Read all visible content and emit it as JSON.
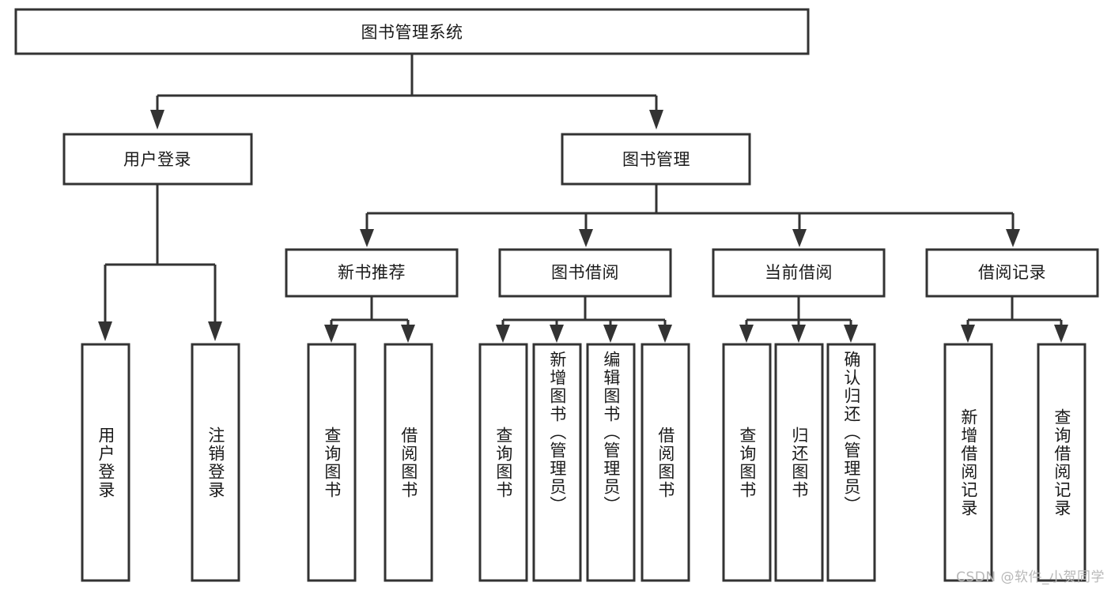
{
  "diagram": {
    "title": "图书管理系统",
    "type": "tree",
    "background_color": "#ffffff",
    "stroke_color": "#333333",
    "text_color": "#1a1a1a",
    "root": {
      "id": "root",
      "label": "图书管理系统",
      "orientation": "horizontal"
    },
    "level1": [
      {
        "id": "user-login",
        "label": "用户登录",
        "orientation": "horizontal"
      },
      {
        "id": "book-manage",
        "label": "图书管理",
        "orientation": "horizontal"
      }
    ],
    "level2": [
      {
        "id": "new-book-recommend",
        "label": "新书推荐",
        "orientation": "horizontal",
        "parent": "book-manage"
      },
      {
        "id": "book-borrow",
        "label": "图书借阅",
        "orientation": "horizontal",
        "parent": "book-manage"
      },
      {
        "id": "current-borrow",
        "label": "当前借阅",
        "orientation": "horizontal",
        "parent": "book-manage"
      },
      {
        "id": "borrow-record",
        "label": "借阅记录",
        "orientation": "horizontal",
        "parent": "book-manage"
      }
    ],
    "leaves": [
      {
        "id": "leaf-user-login",
        "label": "用户登录",
        "parent": "user-login",
        "orientation": "vertical"
      },
      {
        "id": "leaf-logout",
        "label": "注销登录",
        "parent": "user-login",
        "orientation": "vertical"
      },
      {
        "id": "leaf-query-book-1",
        "label": "查询图书",
        "parent": "new-book-recommend",
        "orientation": "vertical"
      },
      {
        "id": "leaf-borrow-book-1",
        "label": "借阅图书",
        "parent": "new-book-recommend",
        "orientation": "vertical"
      },
      {
        "id": "leaf-query-book-2",
        "label": "查询图书",
        "parent": "book-borrow",
        "orientation": "vertical"
      },
      {
        "id": "leaf-add-book",
        "label": "新增图书（管理员）",
        "parent": "book-borrow",
        "orientation": "vertical"
      },
      {
        "id": "leaf-edit-book",
        "label": "编辑图书（管理员）",
        "parent": "book-borrow",
        "orientation": "vertical"
      },
      {
        "id": "leaf-borrow-book-2",
        "label": "借阅图书",
        "parent": "book-borrow",
        "orientation": "vertical"
      },
      {
        "id": "leaf-query-book-3",
        "label": "查询图书",
        "parent": "current-borrow",
        "orientation": "vertical"
      },
      {
        "id": "leaf-return-book",
        "label": "归还图书",
        "parent": "current-borrow",
        "orientation": "vertical"
      },
      {
        "id": "leaf-confirm-return",
        "label": "确认归还（管理员）",
        "parent": "current-borrow",
        "orientation": "vertical"
      },
      {
        "id": "leaf-add-record",
        "label": "新增借阅记录",
        "parent": "borrow-record",
        "orientation": "vertical"
      },
      {
        "id": "leaf-query-record",
        "label": "查询借阅记录",
        "parent": "borrow-record",
        "orientation": "vertical"
      }
    ]
  },
  "watermark": {
    "text": "CSDN @软件_小贺同学"
  }
}
